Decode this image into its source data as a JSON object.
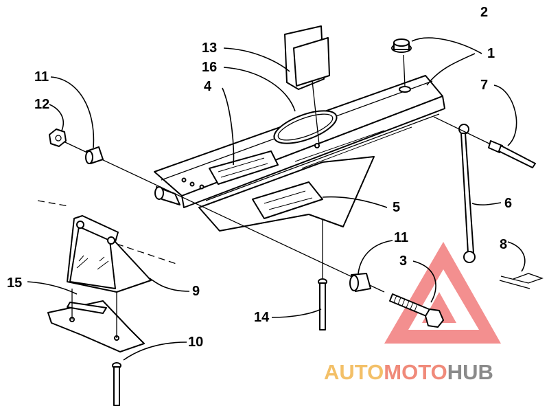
{
  "callouts": {
    "c1": "1",
    "c2": "2",
    "c3": "3",
    "c4": "4",
    "c5": "5",
    "c6": "6",
    "c7": "7",
    "c8": "8",
    "c9": "9",
    "c10": "10",
    "c11a": "11",
    "c11b": "11",
    "c12": "12",
    "c13": "13",
    "c14": "14",
    "c15": "15",
    "c16": "16"
  },
  "watermark": {
    "part1": "AUTO",
    "part2": "MOTO",
    "part3": "HUB",
    "color_auto": "#f3c068",
    "color_moto": "#f08a7a",
    "color_hub": "#8a8a8a",
    "triangle_color": "#ef6a6a"
  }
}
